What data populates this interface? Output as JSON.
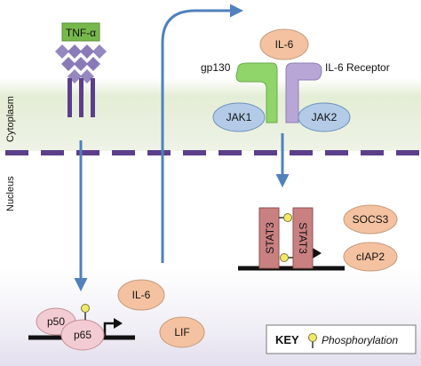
{
  "regions": {
    "cytoplasm": "Cytoplasm",
    "nucleus": "Nucleus"
  },
  "ligand": {
    "tnf": "TNF-α"
  },
  "receptor": {
    "il6_ligand": "IL-6",
    "gp130": "gp130",
    "il6_receptor": "IL-6 Receptor",
    "jak1": "JAK1",
    "jak2": "JAK2"
  },
  "nuclear_left": {
    "p50": "p50",
    "p65": "p65"
  },
  "secreted": {
    "il6": "IL-6",
    "lif": "LIF"
  },
  "nuclear_right": {
    "stat3_a": "STAT3",
    "stat3_b": "STAT3",
    "socs3": "SOCS3",
    "ciap2": "cIAP2"
  },
  "key": {
    "title": "KEY",
    "phosphorylation": "Phosphorylation"
  },
  "colors": {
    "cytoplasm_band": "#dfe9cf",
    "nucleus_band": "#e6e3ef",
    "arrow_blue": "#4f81bd",
    "dash_purple": "#5b3f8a",
    "tnf_green": "#77b84c",
    "diamond_purple": "#8a7bb8",
    "node_orange": "#f4c2a0",
    "node_pink": "#f2ccd2",
    "jak_blue": "#b3cbe6",
    "gp130_green": "#8fd56a",
    "il6r_purple": "#b7a6d6",
    "stat3_red": "#c98080",
    "phospho_yellow": "#f2e86a"
  }
}
